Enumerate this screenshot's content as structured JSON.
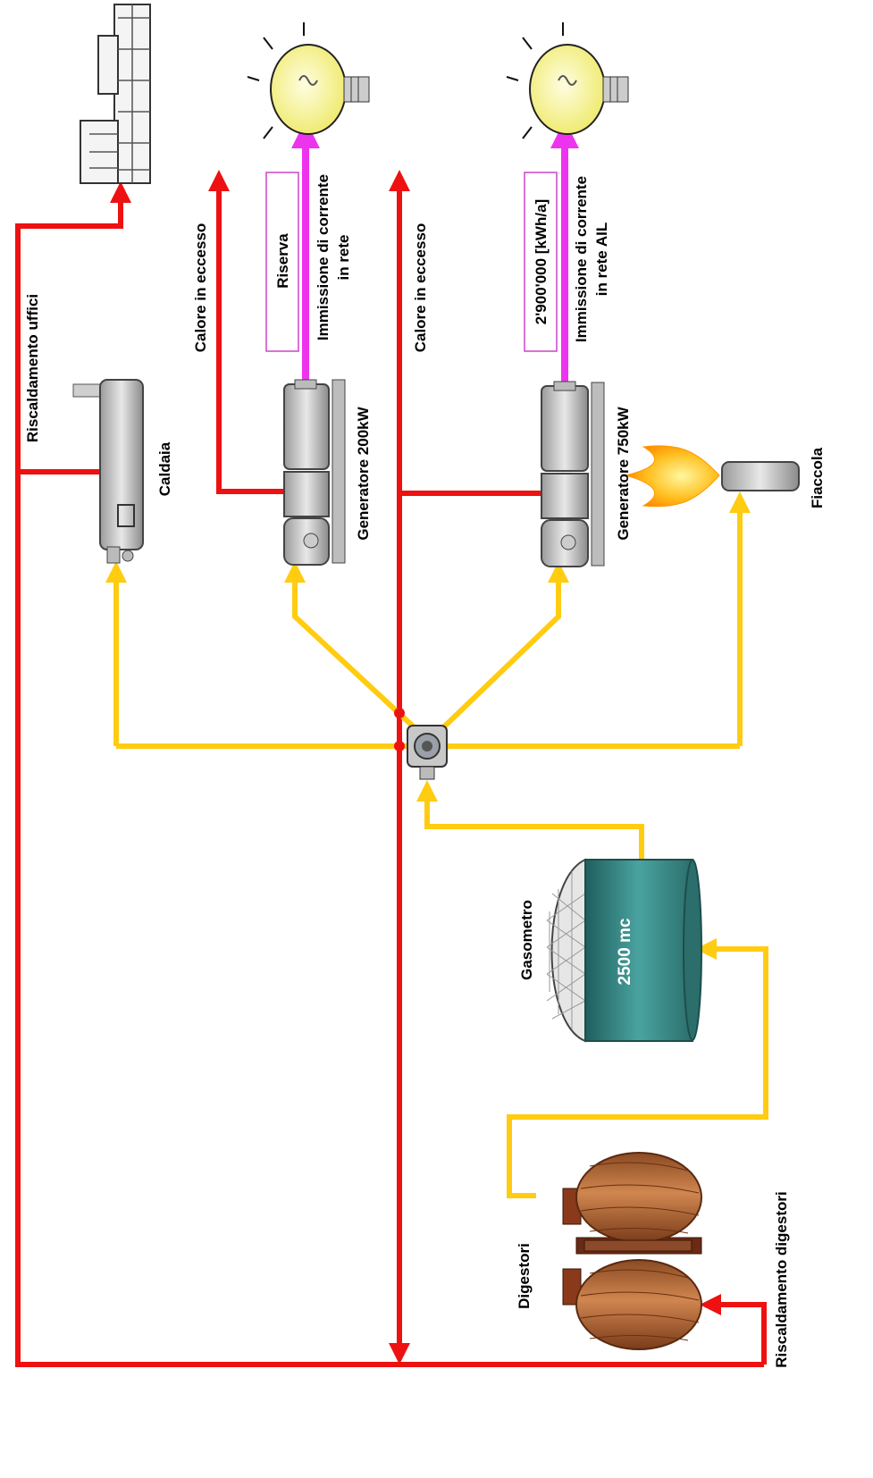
{
  "labels": {
    "heating_offices": "Riscaldamento uffici",
    "boiler": "Caldaia",
    "excess_heat_1": "Calore in eccesso",
    "excess_heat_2": "Calore in eccesso",
    "reserve": "Riserva",
    "grid_injection_1_line1": "Immissione di corrente",
    "grid_injection_1_line2": "in rete",
    "generator_1": "Generatore 200kW",
    "energy_amount": "2'900'000 [kWh/a]",
    "grid_injection_2_line1": "Immissione di corrente",
    "grid_injection_2_line2": "in rete AIL",
    "generator_2": "Generatore 750kW",
    "flare": "Fiaccola",
    "gasometer": "Gasometro",
    "gasometer_volume": "2500 mc",
    "digesters": "Digestori",
    "digester_heating": "Riscaldamento digestori"
  },
  "colors": {
    "heat_line": "#ee1111",
    "gas_line": "#ffcc11",
    "power_line": "#ee33ee",
    "box_border": "#cc44cc",
    "gasometer_body": "#3a8a88",
    "digester_body": "#b36a3a",
    "bulb": "#f6f37a"
  }
}
